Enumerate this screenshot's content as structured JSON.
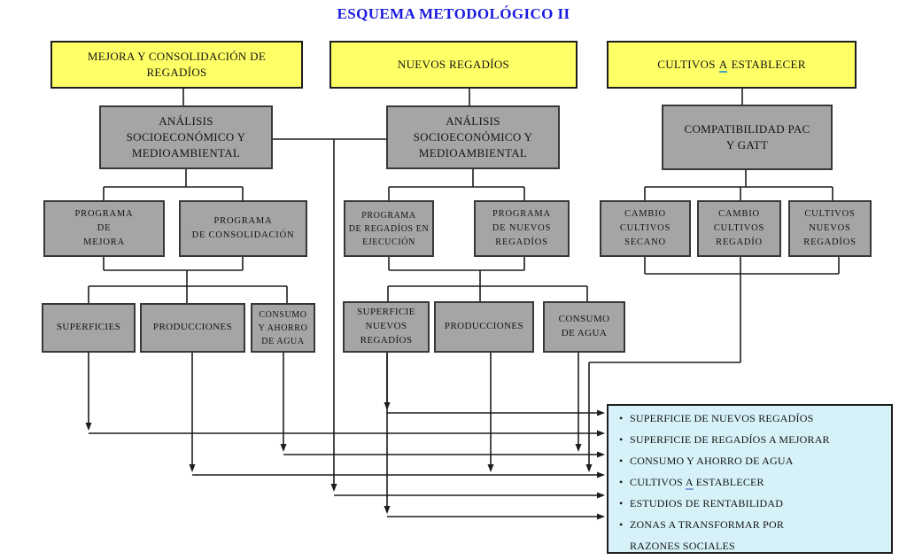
{
  "title": "ESQUEMA METODOLÓGICO II",
  "colors": {
    "title": "#1a1ae0",
    "yellow": "#ffff66",
    "gray": "#a5a5a5",
    "panel": "#d6f2f8",
    "line": "#1d1d1d"
  },
  "boxes": {
    "mejora_consolidacion": "MEJORA Y CONSOLIDACIÓN DE\nREGADÍOS",
    "nuevos_regadios": "NUEVOS REGADÍOS",
    "cultivos_establecer": {
      "pre": "CULTIVOS",
      "a": "A",
      "post": "ESTABLECER"
    },
    "analisis_izq": "ANÁLISIS\nSOCIOECONÓMICO Y\nMEDIOAMBIENTAL",
    "analisis_cen": "ANÁLISIS\nSOCIOECONÓMICO Y\nMEDIOAMBIENTAL",
    "compatibilidad": "COMPATIBILIDAD PAC\nY GATT",
    "prog_mejora": "PROGRAMA\nDE\nMEJORA",
    "prog_consolidacion": "PROGRAMA\nDE CONSOLIDACIÓN",
    "prog_regadios_ejecucion": "PROGRAMA\nDE REGADÍOS EN\nEJECUCIÓN",
    "prog_nuevos_regadios": "PROGRAMA\nDE NUEVOS\nREGADÍOS",
    "cambio_cultivos_secano": "CAMBIO\nCULTIVOS\nSECANO",
    "cambio_cultivos_regadio": "CAMBIO\nCULTIVOS\nREGADÍO",
    "cultivos_nuevos_regadios": "CULTIVOS\nNUEVOS\nREGADÍOS",
    "superficies": "SUPERFICIES",
    "producciones_izq": "PRODUCCIONES",
    "consumo_ahorro_agua": "CONSUMO\nY AHORRO\nDE AGUA",
    "superficie_nuevos_regadios": "SUPERFICIE\nNUEVOS\nREGADÍOS",
    "producciones_cen": "PRODUCCIONES",
    "consumo_de_agua": "CONSUMO\nDE AGUA"
  },
  "panel": {
    "items": [
      "SUPERFICIE DE NUEVOS REGADÍOS",
      "SUPERFICIE DE REGADÍOS A MEJORAR",
      "CONSUMO Y AHORRO DE AGUA",
      {
        "pre": "CULTIVOS",
        "a": "A",
        "post": "ESTABLECER"
      },
      "ESTUDIOS DE RENTABILIDAD",
      "ZONAS A TRANSFORMAR POR\nRAZONES SOCIALES"
    ]
  }
}
